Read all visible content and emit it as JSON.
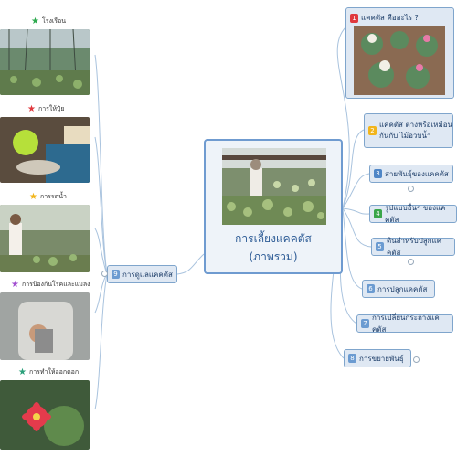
{
  "center": {
    "title_line1": "การเลี้ยงแคคตัส",
    "title_line2": "(ภาพรวม)"
  },
  "left_hub": {
    "num": "9",
    "label": "การดูแลแคคตัส"
  },
  "left_items": [
    {
      "label": "โรงเรือน",
      "star_color": "#2eaa4f"
    },
    {
      "label": "การให้ปุ๋ย",
      "star_color": "#e0393e"
    },
    {
      "label": "การรดน้ำ",
      "star_color": "#f2b51b"
    },
    {
      "label": "การป้องกันโรคและแมลง",
      "star_color": "#a24fd0"
    },
    {
      "label": "การทำให้ออกดอก",
      "star_color": "#2aa07a"
    }
  ],
  "right_items": [
    {
      "num": "1",
      "label": "แคคตัส คืออะไร ?",
      "color": "#e0393e"
    },
    {
      "num": "2",
      "label": "แคคตัส ต่างหรือเหมือนกันกับ ไม้อวบน้ำ",
      "color": "#f2b51b"
    },
    {
      "num": "3",
      "label": "สายพันธุ์ของแคคตัส",
      "color": "#4f86c6"
    },
    {
      "num": "4",
      "label": "รูปแบบอื่นๆ ของแคคตัส",
      "color": "#3aa64a"
    },
    {
      "num": "5",
      "label": "ดินสำหรับปลูกแคคตัส",
      "color": "#6b9bd1"
    },
    {
      "num": "6",
      "label": "การปลูกแคคตัส",
      "color": "#6b9bd1"
    },
    {
      "num": "7",
      "label": "การเปลี่ยนกระถางแคคตัส",
      "color": "#6b9bd1"
    },
    {
      "num": "8",
      "label": "การขยายพันธุ์",
      "color": "#6b9bd1"
    }
  ],
  "colors": {
    "connector": "#a9c3de",
    "node_fill": "#dfe8f3",
    "node_border": "#7fa5cc"
  }
}
